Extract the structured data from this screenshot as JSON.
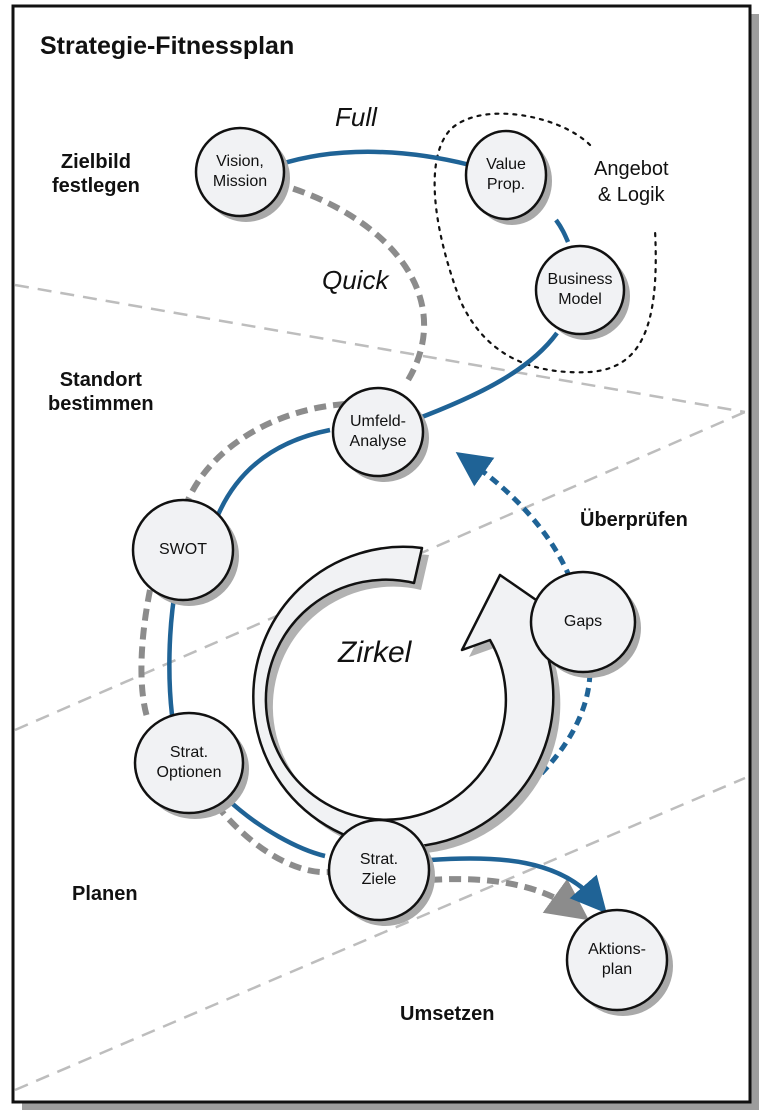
{
  "title": "Strategie-Fitnessplan",
  "phases": {
    "zielbild": [
      "Zielbild",
      "festlegen"
    ],
    "standort": [
      "Standort",
      "bestimmen"
    ],
    "ueberpruefen": "Überprüfen",
    "planen": "Planen",
    "umsetzen": "Umsetzen"
  },
  "paths": {
    "full": "Full",
    "quick": "Quick"
  },
  "group": [
    "Angebot",
    "& Logik"
  ],
  "cycle_label": "Zirkel",
  "nodes": {
    "vision": [
      "Vision,",
      "Mission"
    ],
    "value": [
      "Value",
      "Prop."
    ],
    "business": [
      "Business",
      "Model"
    ],
    "umfeld": [
      "Umfeld-",
      "Analyse"
    ],
    "swot": [
      "SWOT"
    ],
    "gaps": [
      "Gaps"
    ],
    "optionen": [
      "Strat.",
      "Optionen"
    ],
    "ziele": [
      "Strat.",
      "Ziele"
    ],
    "aktion": [
      "Aktions-",
      "plan"
    ]
  },
  "colors": {
    "full_path": "#1f6396",
    "quick_path": "#8c8c8c",
    "node_fill": "#f1f2f4",
    "divider": "#bdbdbd"
  }
}
